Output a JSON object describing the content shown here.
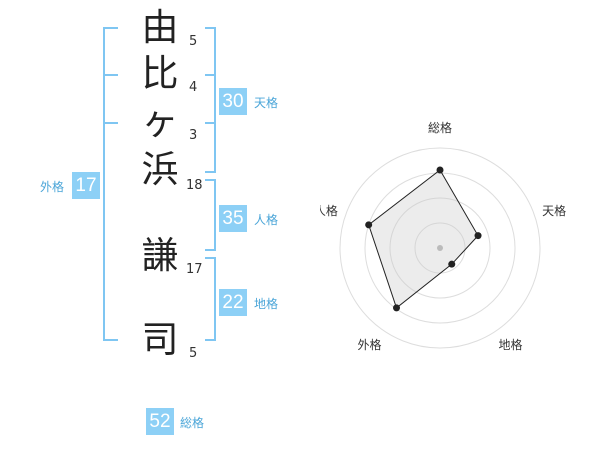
{
  "name": {
    "chars": [
      "由",
      "比",
      "ヶ",
      "浜",
      "謙",
      "司"
    ],
    "strokes": [
      "5",
      "4",
      "3",
      "18",
      "17",
      "5"
    ]
  },
  "scores": {
    "tenkaku": {
      "value": "30",
      "label": "天格"
    },
    "jinkaku": {
      "value": "35",
      "label": "人格"
    },
    "chikaku": {
      "value": "22",
      "label": "地格"
    },
    "gaikaku": {
      "value": "17",
      "label": "外格"
    },
    "soukaku": {
      "value": "52",
      "label": "総格"
    }
  },
  "colors": {
    "accent": "#8dd0f6",
    "bracket": "#7fc6f2",
    "badge_text": "#ffffff"
  },
  "chart_data": {
    "type": "radar",
    "axes": [
      "総格",
      "天格",
      "地格",
      "外格",
      "人格"
    ],
    "values": [
      0.78,
      0.4,
      0.2,
      0.74,
      0.75
    ],
    "max": 1.0,
    "rings": 4
  }
}
